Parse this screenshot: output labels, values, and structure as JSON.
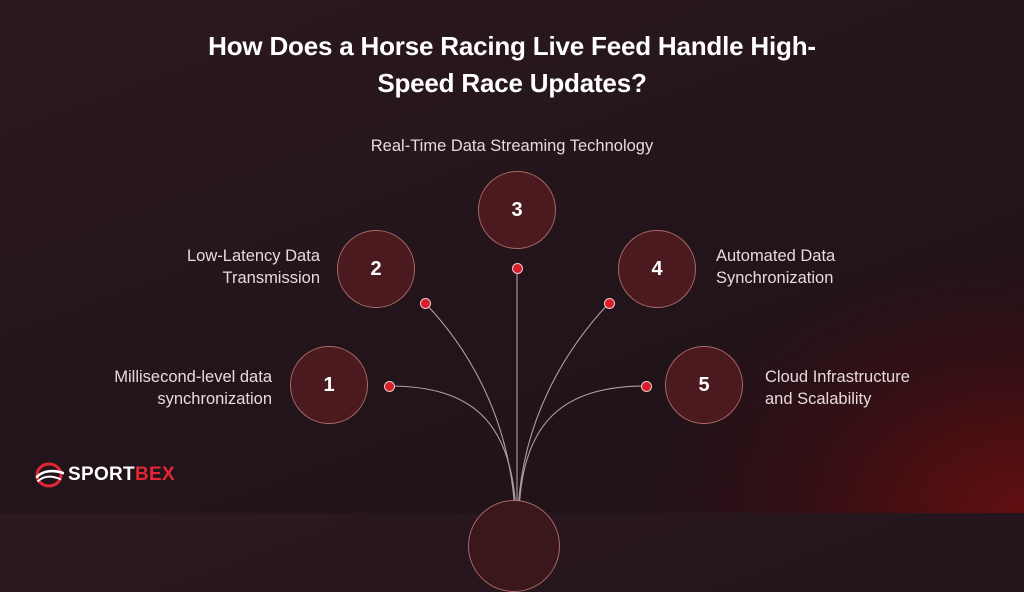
{
  "title": {
    "line1": "How Does a Horse Racing Live Feed Handle High-",
    "line2": "Speed Race Updates?"
  },
  "steps": [
    {
      "number": "1",
      "label_line1": "Millisecond-level data",
      "label_line2": "synchronization"
    },
    {
      "number": "2",
      "label_line1": "Low-Latency Data",
      "label_line2": "Transmission"
    },
    {
      "number": "3",
      "label_line1": "Real-Time Data Streaming Technology",
      "label_line2": ""
    },
    {
      "number": "4",
      "label_line1": "Automated Data",
      "label_line2": "Synchronization"
    },
    {
      "number": "5",
      "label_line1": "Cloud Infrastructure",
      "label_line2": "and Scalability"
    }
  ],
  "logo": {
    "text_main": "SPORT",
    "text_accent": "BEX"
  },
  "colors": {
    "accent": "#d81d2c",
    "circle_fill": "#4a1a1e",
    "circle_border": "#a86866",
    "line": "#c9b7ba"
  }
}
